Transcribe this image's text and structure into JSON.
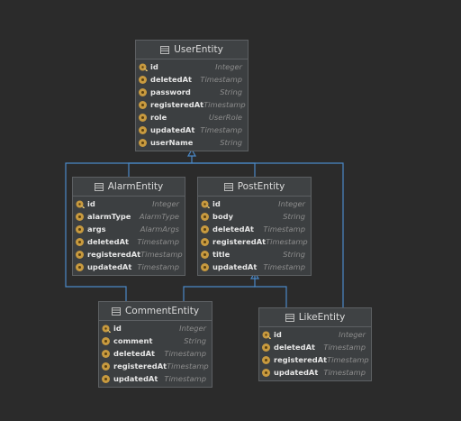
{
  "diagram": {
    "entities": [
      {
        "id": "user",
        "name": "UserEntity",
        "fields": [
          {
            "name": "id",
            "type": "Integer",
            "key": true
          },
          {
            "name": "deletedAt",
            "type": "Timestamp",
            "key": false
          },
          {
            "name": "password",
            "type": "String",
            "key": false
          },
          {
            "name": "registeredAt",
            "type": "Timestamp",
            "key": false
          },
          {
            "name": "role",
            "type": "UserRole",
            "key": false
          },
          {
            "name": "updatedAt",
            "type": "Timestamp",
            "key": false
          },
          {
            "name": "userName",
            "type": "String",
            "key": false
          }
        ]
      },
      {
        "id": "alarm",
        "name": "AlarmEntity",
        "fields": [
          {
            "name": "id",
            "type": "Integer",
            "key": true
          },
          {
            "name": "alarmType",
            "type": "AlarmType",
            "key": false
          },
          {
            "name": "args",
            "type": "AlarmArgs",
            "key": false
          },
          {
            "name": "deletedAt",
            "type": "Timestamp",
            "key": false
          },
          {
            "name": "registeredAt",
            "type": "Timestamp",
            "key": false
          },
          {
            "name": "updatedAt",
            "type": "Timestamp",
            "key": false
          }
        ]
      },
      {
        "id": "post",
        "name": "PostEntity",
        "fields": [
          {
            "name": "id",
            "type": "Integer",
            "key": true
          },
          {
            "name": "body",
            "type": "String",
            "key": false
          },
          {
            "name": "deletedAt",
            "type": "Timestamp",
            "key": false
          },
          {
            "name": "registeredAt",
            "type": "Timestamp",
            "key": false
          },
          {
            "name": "title",
            "type": "String",
            "key": false
          },
          {
            "name": "updatedAt",
            "type": "Timestamp",
            "key": false
          }
        ]
      },
      {
        "id": "comment",
        "name": "CommentEntity",
        "fields": [
          {
            "name": "id",
            "type": "Integer",
            "key": true
          },
          {
            "name": "comment",
            "type": "String",
            "key": false
          },
          {
            "name": "deletedAt",
            "type": "Timestamp",
            "key": false
          },
          {
            "name": "registeredAt",
            "type": "Timestamp",
            "key": false
          },
          {
            "name": "updatedAt",
            "type": "Timestamp",
            "key": false
          }
        ]
      },
      {
        "id": "like",
        "name": "LikeEntity",
        "fields": [
          {
            "name": "id",
            "type": "Integer",
            "key": true
          },
          {
            "name": "deletedAt",
            "type": "Timestamp",
            "key": false
          },
          {
            "name": "registeredAt",
            "type": "Timestamp",
            "key": false
          },
          {
            "name": "updatedAt",
            "type": "Timestamp",
            "key": false
          }
        ]
      }
    ],
    "relations": [
      {
        "from": "alarm",
        "to": "user"
      },
      {
        "from": "post",
        "to": "user"
      },
      {
        "from": "comment",
        "to": "user"
      },
      {
        "from": "like",
        "to": "user"
      },
      {
        "from": "comment",
        "to": "post"
      },
      {
        "from": "like",
        "to": "post"
      }
    ],
    "colors": {
      "background": "#2b2b2b",
      "entity_fill": "#3c3f41",
      "entity_border": "#5d6063",
      "connector": "#4a88c7",
      "field_icon": "#c89a3f",
      "key_icon": "#c89a3f"
    },
    "icons": {
      "entity": "table-icon",
      "field": "field-icon",
      "primary_key": "key-icon"
    }
  }
}
